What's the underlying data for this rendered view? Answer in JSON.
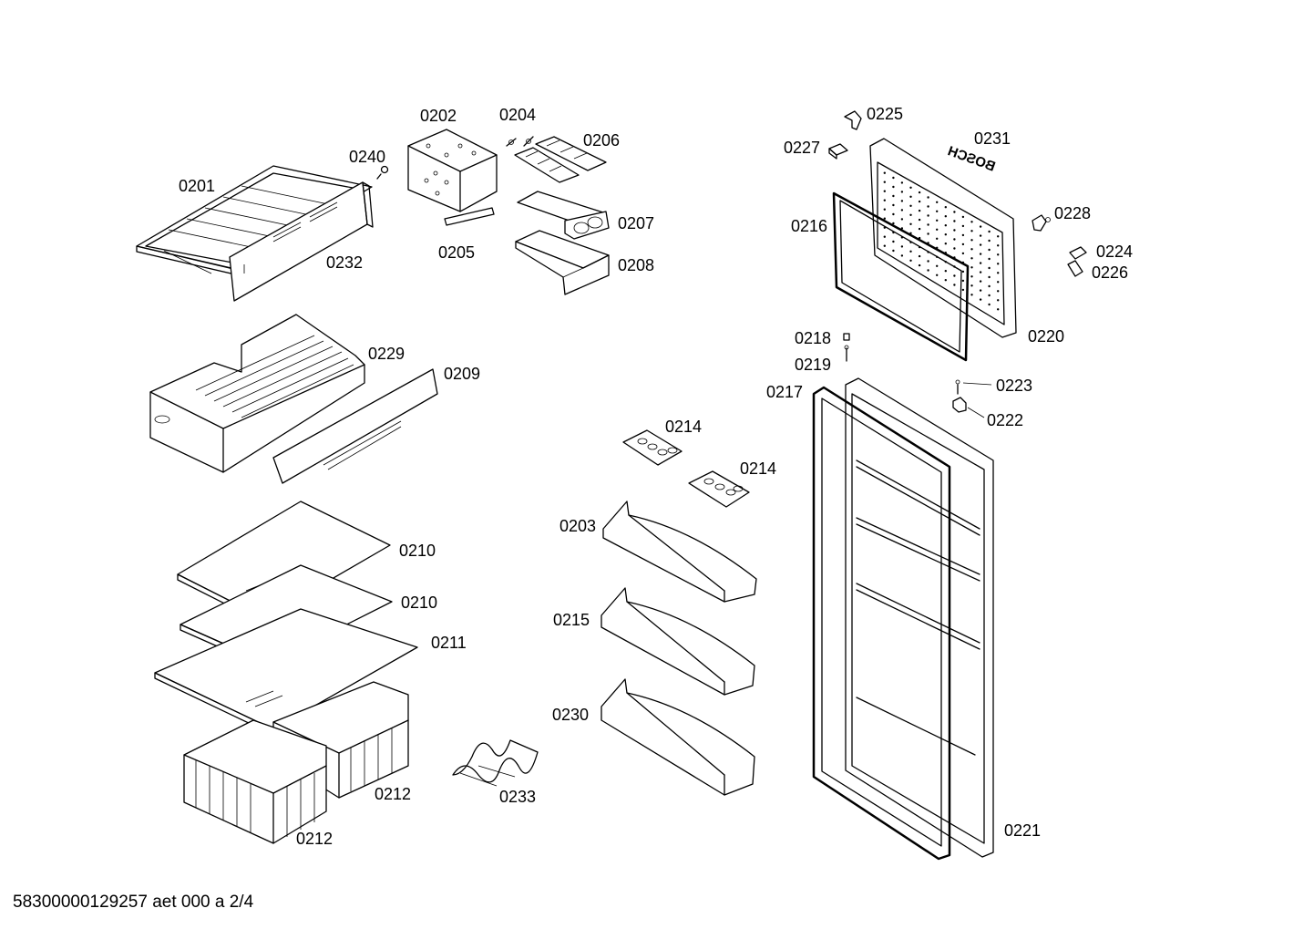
{
  "diagram": {
    "brand_mark": "BOSCH",
    "part_labels": {
      "p0201": "0201",
      "p0202": "0202",
      "p0203": "0203",
      "p0204": "0204",
      "p0205": "0205",
      "p0206": "0206",
      "p0207": "0207",
      "p0208": "0208",
      "p0209": "0209",
      "p0210a": "0210",
      "p0210b": "0210",
      "p0211": "0211",
      "p0212a": "0212",
      "p0212b": "0212",
      "p0214a": "0214",
      "p0214b": "0214",
      "p0215": "0215",
      "p0216": "0216",
      "p0217": "0217",
      "p0218": "0218",
      "p0219": "0219",
      "p0220": "0220",
      "p0221": "0221",
      "p0222": "0222",
      "p0223": "0223",
      "p0224": "0224",
      "p0225": "0225",
      "p0226": "0226",
      "p0227": "0227",
      "p0228": "0228",
      "p0229": "0229",
      "p0230": "0230",
      "p0231": "0231",
      "p0232": "0232",
      "p0233": "0233",
      "p0240": "0240"
    }
  },
  "footer": {
    "document_code": "58300000129257 aet 000 a 2/4"
  }
}
